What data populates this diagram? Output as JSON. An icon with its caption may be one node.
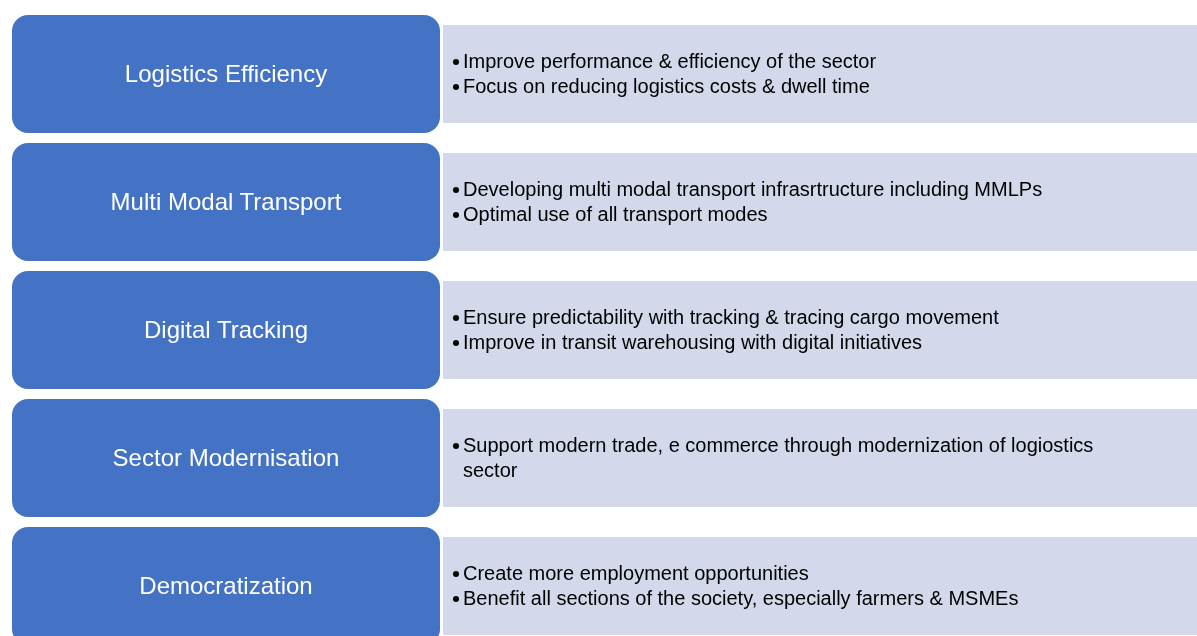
{
  "diagram": {
    "nodes": [
      {
        "text": [
          "Logistics Efficiency"
        ]
      },
      {
        "text": [
          "Improve performance & efficiency of the sector",
          "Focus on reducing logistics costs & dwell time"
        ]
      },
      {
        "text": [
          "Multi Modal Transport"
        ]
      },
      {
        "text": [
          "Developing multi modal transport infrasrtructure including MMLPs",
          "Optimal use of all transport modes"
        ]
      },
      {
        "text": [
          "Digital Tracking"
        ]
      },
      {
        "text": [
          "Ensure predictability with tracking & tracing cargo movement",
          "Improve in transit warehousing with digital initiatives"
        ]
      },
      {
        "text": [
          "Sector Modernisation"
        ]
      },
      {
        "text": [
          "Support modern trade, e commerce through modernization of logiostics sector"
        ]
      },
      {
        "text": [
          "Democratization"
        ]
      },
      {
        "text": [
          "Create more employment opportunities",
          "Benefit all sections of the society, especially farmers & MSMEs"
        ]
      }
    ]
  }
}
